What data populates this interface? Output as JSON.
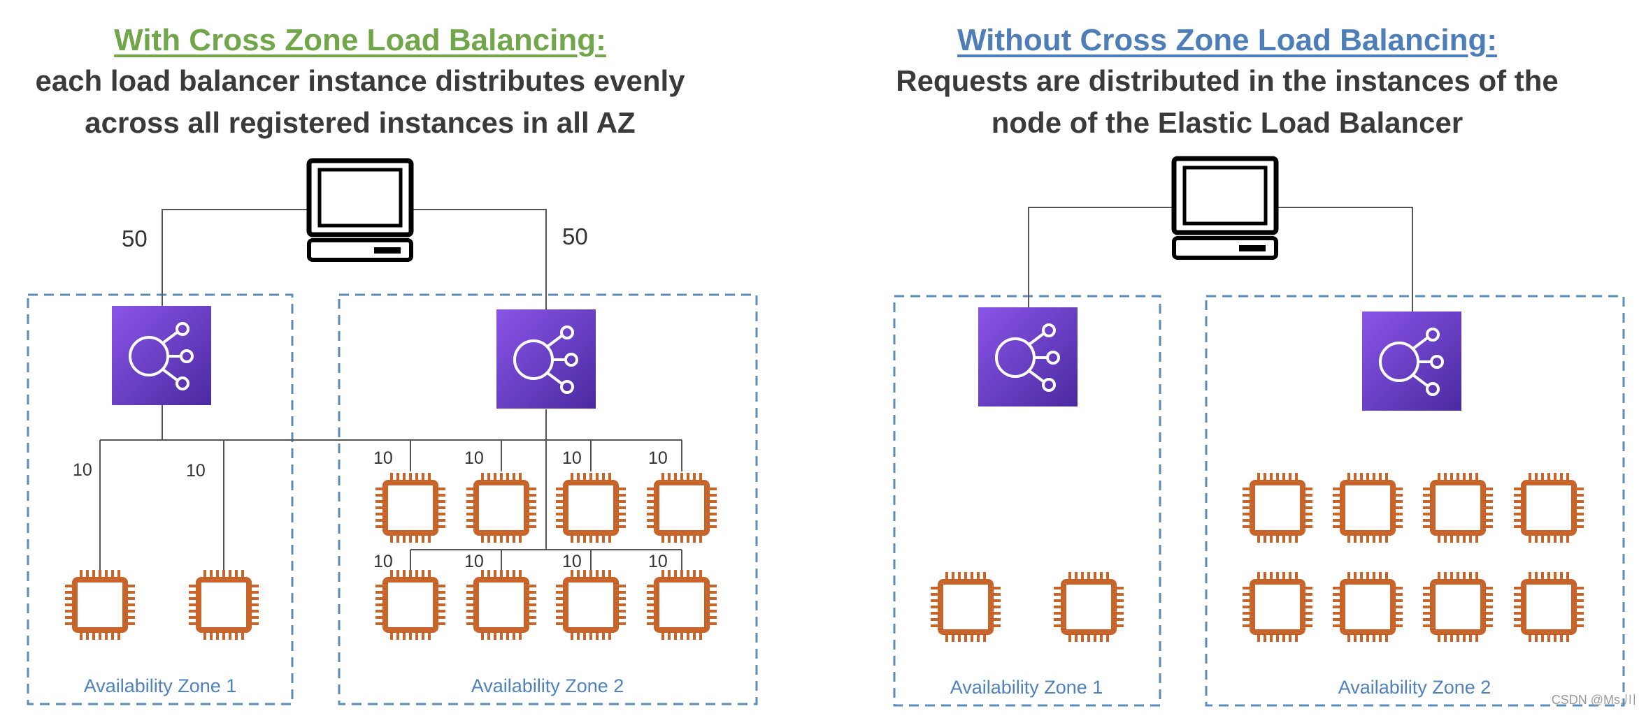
{
  "left": {
    "heading": "With Cross Zone Load Balancing:",
    "subtitle_line1": "each load balancer instance distributes evenly",
    "subtitle_line2": "across all registered instances in all AZ",
    "request_labels": [
      "50",
      "50"
    ],
    "zone1": {
      "label": "Availability Zone 1",
      "instance_labels": [
        "10",
        "10"
      ]
    },
    "zone2": {
      "label": "Availability Zone 2",
      "instance_labels": [
        "10",
        "10",
        "10",
        "10",
        "10",
        "10",
        "10",
        "10"
      ]
    }
  },
  "right": {
    "heading": "Without Cross Zone Load Balancing:",
    "subtitle_line1": "Requests are distributed in the instances of the",
    "subtitle_line2": "node of the Elastic Load Balancer",
    "zone1": {
      "label": "Availability Zone 1"
    },
    "zone2": {
      "label": "Availability Zone 2"
    }
  },
  "icons": {
    "client": "computer-icon",
    "load_balancer": "elastic-load-balancer-icon",
    "instance": "ec2-instance-chip-icon"
  },
  "colors": {
    "left_heading": "#71a74a",
    "right_heading": "#4d7eb8",
    "zone_border": "#5b8db8",
    "instance": "#c8642a",
    "lb_top": "#8a55e8",
    "lb_bottom": "#4a2aa0"
  },
  "watermark": "CSDN @Ms.川"
}
